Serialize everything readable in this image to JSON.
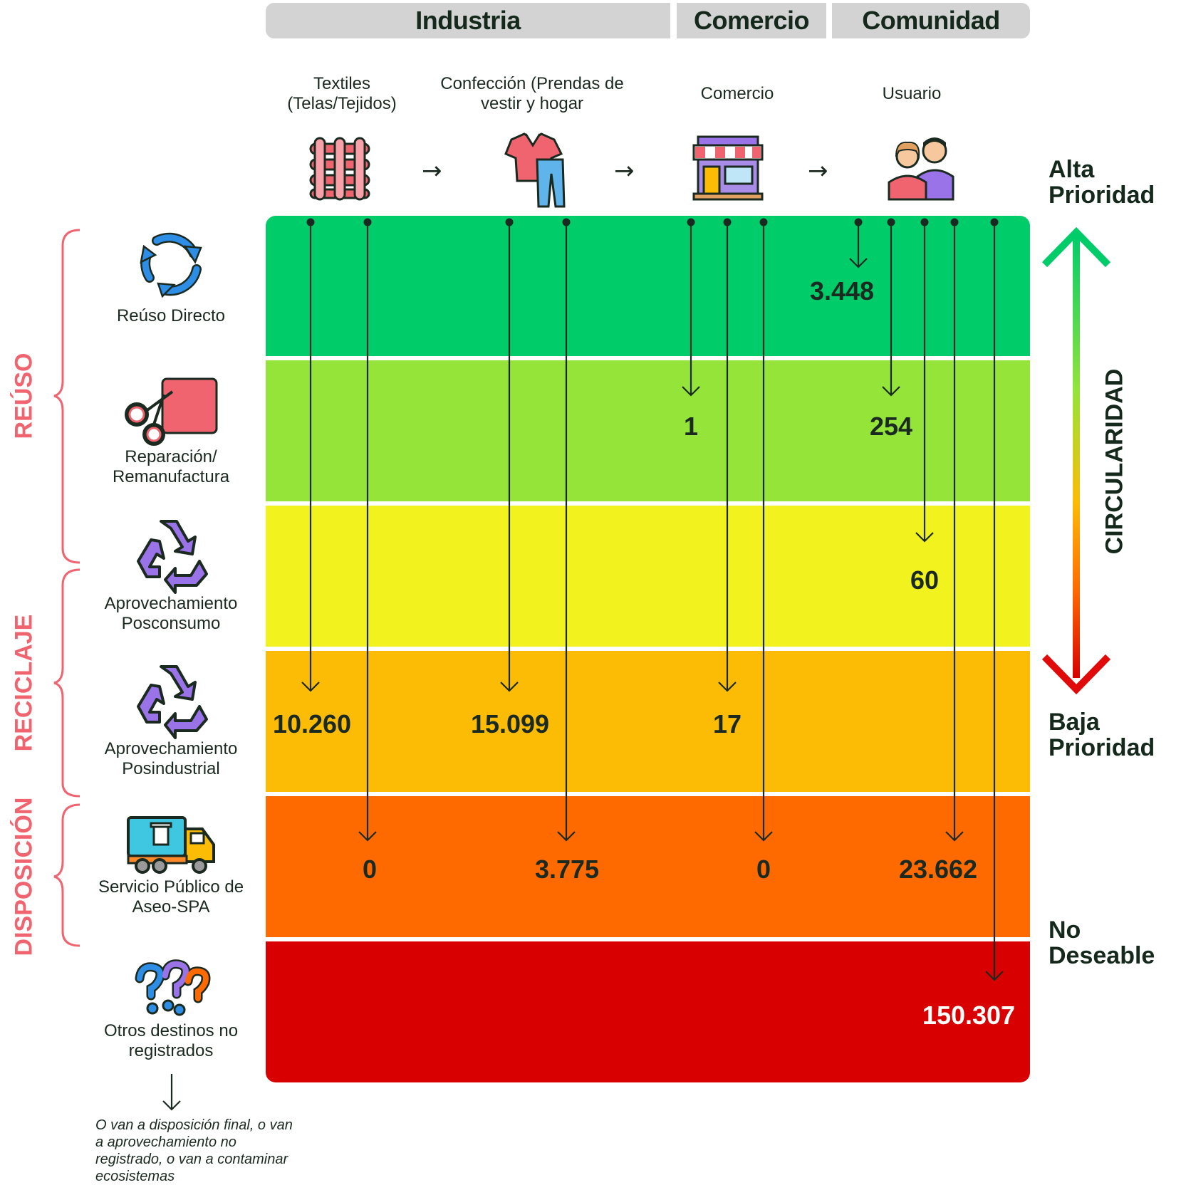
{
  "sectors": {
    "industria": "Industria",
    "comercio": "Comercio",
    "comunidad": "Comunidad"
  },
  "actors": {
    "textiles": "Textiles (Telas/Tejidos)",
    "confeccion": "Confección (Prendas de vestir y hogar",
    "comercio": "Comercio",
    "usuario": "Usuario"
  },
  "flow_arrow": "→",
  "priority": {
    "alta": "Alta Prioridad",
    "baja": "Baja Prioridad",
    "no_deseable": "No Deseable"
  },
  "axis_label": "CIRCULARIDAD",
  "groups": {
    "reuso": "REÚSO",
    "reciclaje": "RECICLAJE",
    "disposicion": "DISPOSICIÓN"
  },
  "rows": [
    {
      "label": "Reúso Directo",
      "color": "#00cc6a"
    },
    {
      "label": "Reparación/ Remanufactura",
      "color": "#95e43a"
    },
    {
      "label": "Aprovechamiento Posconsumo",
      "color": "#f2f21f"
    },
    {
      "label": "Aprovechamiento Posindustrial",
      "color": "#fcbc06"
    },
    {
      "label": "Servicio Público de Aseo-SPA",
      "color": "#ff6a00"
    },
    {
      "label": "Otros destinos no registrados",
      "color": "#d80000"
    }
  ],
  "values": {
    "usuario_reuso": "3.448",
    "comercio_reparacion": "1",
    "usuario_reparacion": "254",
    "usuario_posconsumo": "60",
    "textiles_posindustrial": "10.260",
    "confeccion_posindustrial": "15.099",
    "comercio_posindustrial": "17",
    "textiles_spa": "0",
    "confeccion_spa": "3.775",
    "comercio_spa": "0",
    "usuario_spa": "23.662",
    "usuario_otros": "150.307"
  },
  "footnote": "O van a disposición final, o van a aprovechamiento no registrado, o van a contaminar ecosistemas",
  "icons": [
    "fabric-icon",
    "clothing-icon",
    "store-icon",
    "users-icon",
    "recycle-arrows-icon",
    "scissors-fabric-icon",
    "recycle-triangle-icon",
    "garbage-truck-icon",
    "question-marks-icon"
  ]
}
